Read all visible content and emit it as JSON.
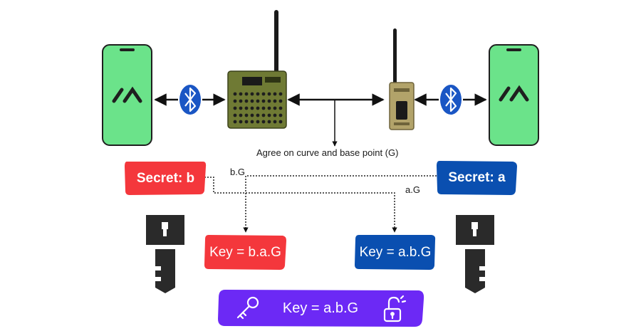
{
  "agree_label": "Agree on curve and base point (G)",
  "bG_label": "b.G",
  "aG_label": "a.G",
  "secret_b": "Secret: b",
  "secret_a": "Secret: a",
  "key_left": "Key = b.a.G",
  "key_right": "Key = a.b.G",
  "shared_key": "Key = a.b.G",
  "icons": [
    "phone-icon",
    "app-logo-icon",
    "bluetooth-icon",
    "lora-device-icon",
    "key-icon",
    "unlock-icon",
    "key-lock-icon"
  ],
  "colors": {
    "phone_green": "#6be38a",
    "red": "#f4373c",
    "blue": "#0a4fb0",
    "purple": "#6c29f5",
    "bluetooth_blue": "#1a56c4",
    "device_olive": "#6f7a34"
  }
}
